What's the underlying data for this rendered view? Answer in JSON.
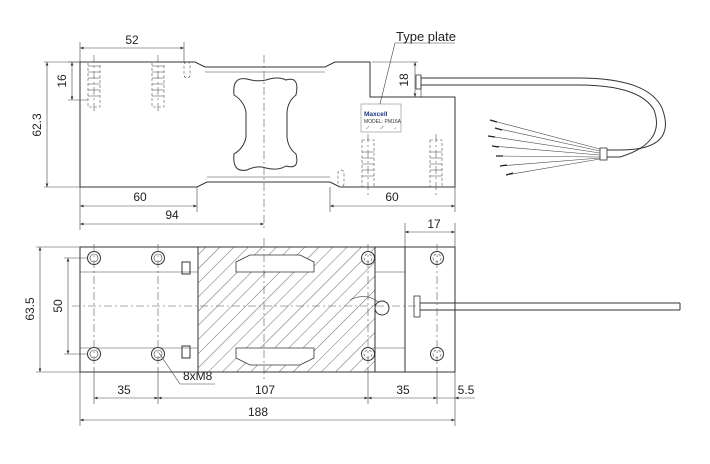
{
  "labels": {
    "type_plate": "Type plate",
    "brand": "Maxcell",
    "model": "MODEL: PM16A",
    "thread_spec": "8xM8"
  },
  "dimensions": {
    "top_52": "52",
    "left_16": "16",
    "left_62_3": "62.3",
    "right_18": "18",
    "bottom_60_left": "60",
    "bottom_94": "94",
    "bottom_60_right": "60",
    "plan_17": "17",
    "plan_63_5": "63.5",
    "plan_50": "50",
    "plan_35_left": "35",
    "plan_107": "107",
    "plan_35_right": "35",
    "plan_5_5": "5.5",
    "plan_188": "188"
  },
  "colors": {
    "line": "#333333",
    "brand": "#1a3a8a"
  }
}
